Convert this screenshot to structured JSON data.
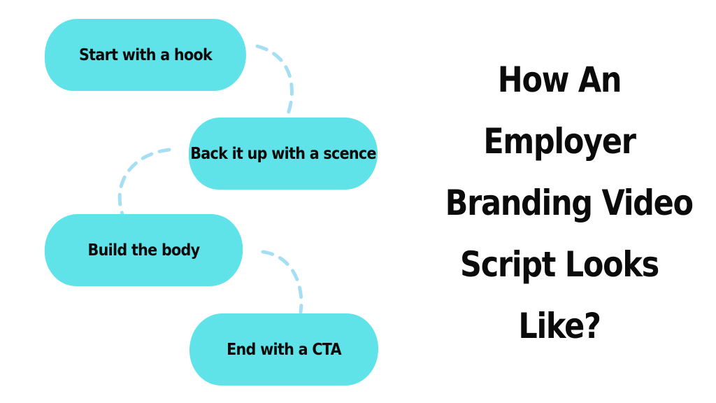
{
  "diagram": {
    "steps": [
      {
        "label": "Start with a hook"
      },
      {
        "label": "Back it up with a scence"
      },
      {
        "label": "Build the body"
      },
      {
        "label": "End with a CTA"
      }
    ],
    "title_lines": [
      "How An",
      "Employer",
      "Branding Video",
      "Script Looks",
      "Like?"
    ]
  },
  "colors": {
    "pill_fill": "#5fe3e8",
    "connector": "#a6dff3",
    "text": "#0b0b0b",
    "background": "#ffffff"
  }
}
